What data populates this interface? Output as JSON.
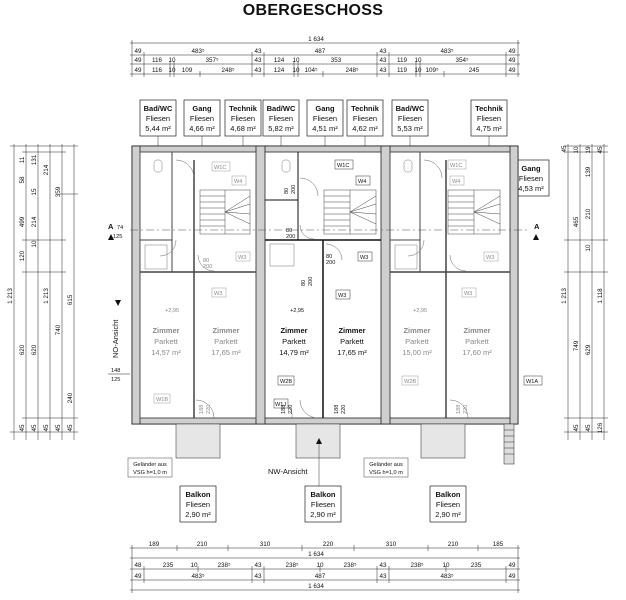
{
  "title": "OBERGESCHOSS",
  "top_dims": {
    "total": "1 634",
    "row1": [
      "49",
      "483⁵",
      "43",
      "487",
      "43",
      "483⁵",
      "49"
    ],
    "row2": [
      "49",
      "116",
      "10",
      "357⁵",
      "43",
      "124",
      "10",
      "353",
      "43",
      "119",
      "10",
      "354⁵",
      "49"
    ],
    "row3": [
      "49",
      "116",
      "10",
      "109",
      "248⁵",
      "43",
      "124",
      "10",
      "104⁵",
      "248⁵",
      "43",
      "119",
      "10",
      "109⁵",
      "245",
      "49"
    ]
  },
  "bottom_dims": {
    "row1": [
      "189",
      "210",
      "310",
      "220",
      "310",
      "210",
      "185"
    ],
    "row1_total": "1 634",
    "row2": [
      "48",
      "235",
      "10",
      "238⁵",
      "43",
      "238⁵",
      "10",
      "238⁵",
      "43",
      "238⁵",
      "10",
      "235",
      "49"
    ],
    "row3": [
      "49",
      "483⁵",
      "43",
      "487",
      "43",
      "483⁵",
      "49"
    ],
    "total": "1 634"
  },
  "left_dims": {
    "outer": "1 213",
    "col2": "1 213",
    "seg_a": [
      "11",
      "58",
      "131",
      "15",
      "214",
      "10",
      "120",
      "620",
      "45"
    ],
    "seg_b": [
      "359",
      "499",
      "214",
      "10",
      "620",
      "45"
    ],
    "seg_c": [
      "615",
      "240",
      "45"
    ],
    "seg_d": [
      "45",
      "740",
      "45"
    ]
  },
  "right_dims": {
    "total": "1 213",
    "segs": [
      "45",
      "10",
      "19",
      "139",
      "45",
      "465",
      "210",
      "10",
      "1 118",
      "749",
      "629",
      "45",
      "45",
      "126"
    ]
  },
  "top_rooms": [
    {
      "name": "Bad/WC",
      "floor": "Fliesen",
      "area": "5,44 m²"
    },
    {
      "name": "Gang",
      "floor": "Fliesen",
      "area": "4,66 m²"
    },
    {
      "name": "Technik",
      "floor": "Fliesen",
      "area": "4,68 m²"
    },
    {
      "name": "Bad/WC",
      "floor": "Fliesen",
      "area": "5,82 m²"
    },
    {
      "name": "Gang",
      "floor": "Fliesen",
      "area": "4,51 m²"
    },
    {
      "name": "Technik",
      "floor": "Fliesen",
      "area": "4,62 m²"
    },
    {
      "name": "Bad/WC",
      "floor": "Fliesen",
      "area": "5,53 m²"
    },
    {
      "name": "Technik",
      "floor": "Fliesen",
      "area": "4,75 m²"
    }
  ],
  "gang_right": {
    "name": "Gang",
    "floor": "Fliesen",
    "area": "4,53 m²"
  },
  "zimmer": [
    {
      "name": "Zimmer",
      "floor": "Parkett",
      "area": "14,57 m²",
      "style": "grey"
    },
    {
      "name": "Zimmer",
      "floor": "Parkett",
      "area": "17,65 m²",
      "style": "grey"
    },
    {
      "name": "Zimmer",
      "floor": "Parkett",
      "area": "14,79 m²",
      "style": "dark"
    },
    {
      "name": "Zimmer",
      "floor": "Parkett",
      "area": "17,65 m²",
      "style": "dark"
    },
    {
      "name": "Zimmer",
      "floor": "Parkett",
      "area": "15,00 m²",
      "style": "grey"
    },
    {
      "name": "Zimmer",
      "floor": "Parkett",
      "area": "17,60 m²",
      "style": "grey"
    }
  ],
  "balkon": [
    {
      "name": "Balkon",
      "floor": "Fliesen",
      "area": "2,90 m²"
    },
    {
      "name": "Balkon",
      "floor": "Fliesen",
      "area": "2,90 m²"
    },
    {
      "name": "Balkon",
      "floor": "Fliesen",
      "area": "2,90 m²"
    }
  ],
  "gelaender": {
    "line1": "Geländer aus",
    "line2": "VSG h=1,0 m"
  },
  "section": {
    "label": "A",
    "level_top": "74",
    "level_bottom": "125"
  },
  "views": {
    "nw": "NW-Ansicht",
    "no": "NO-Ansicht"
  },
  "spot_height": "+2,95",
  "left_marker": {
    "top": "148",
    "bottom": "125"
  },
  "window_tags": [
    "W1C",
    "W4",
    "W3",
    "W3",
    "W1C",
    "W4",
    "W3",
    "W3",
    "W1C",
    "W4",
    "W3",
    "W3",
    "W2B",
    "W1J",
    "W2B",
    "W1B",
    "W1A"
  ],
  "door_tags": [
    "80",
    "200",
    "80",
    "200",
    "80",
    "200",
    "80",
    "200",
    "80",
    "200",
    "188",
    "220",
    "188",
    "220",
    "188",
    "220",
    "188",
    "220"
  ]
}
